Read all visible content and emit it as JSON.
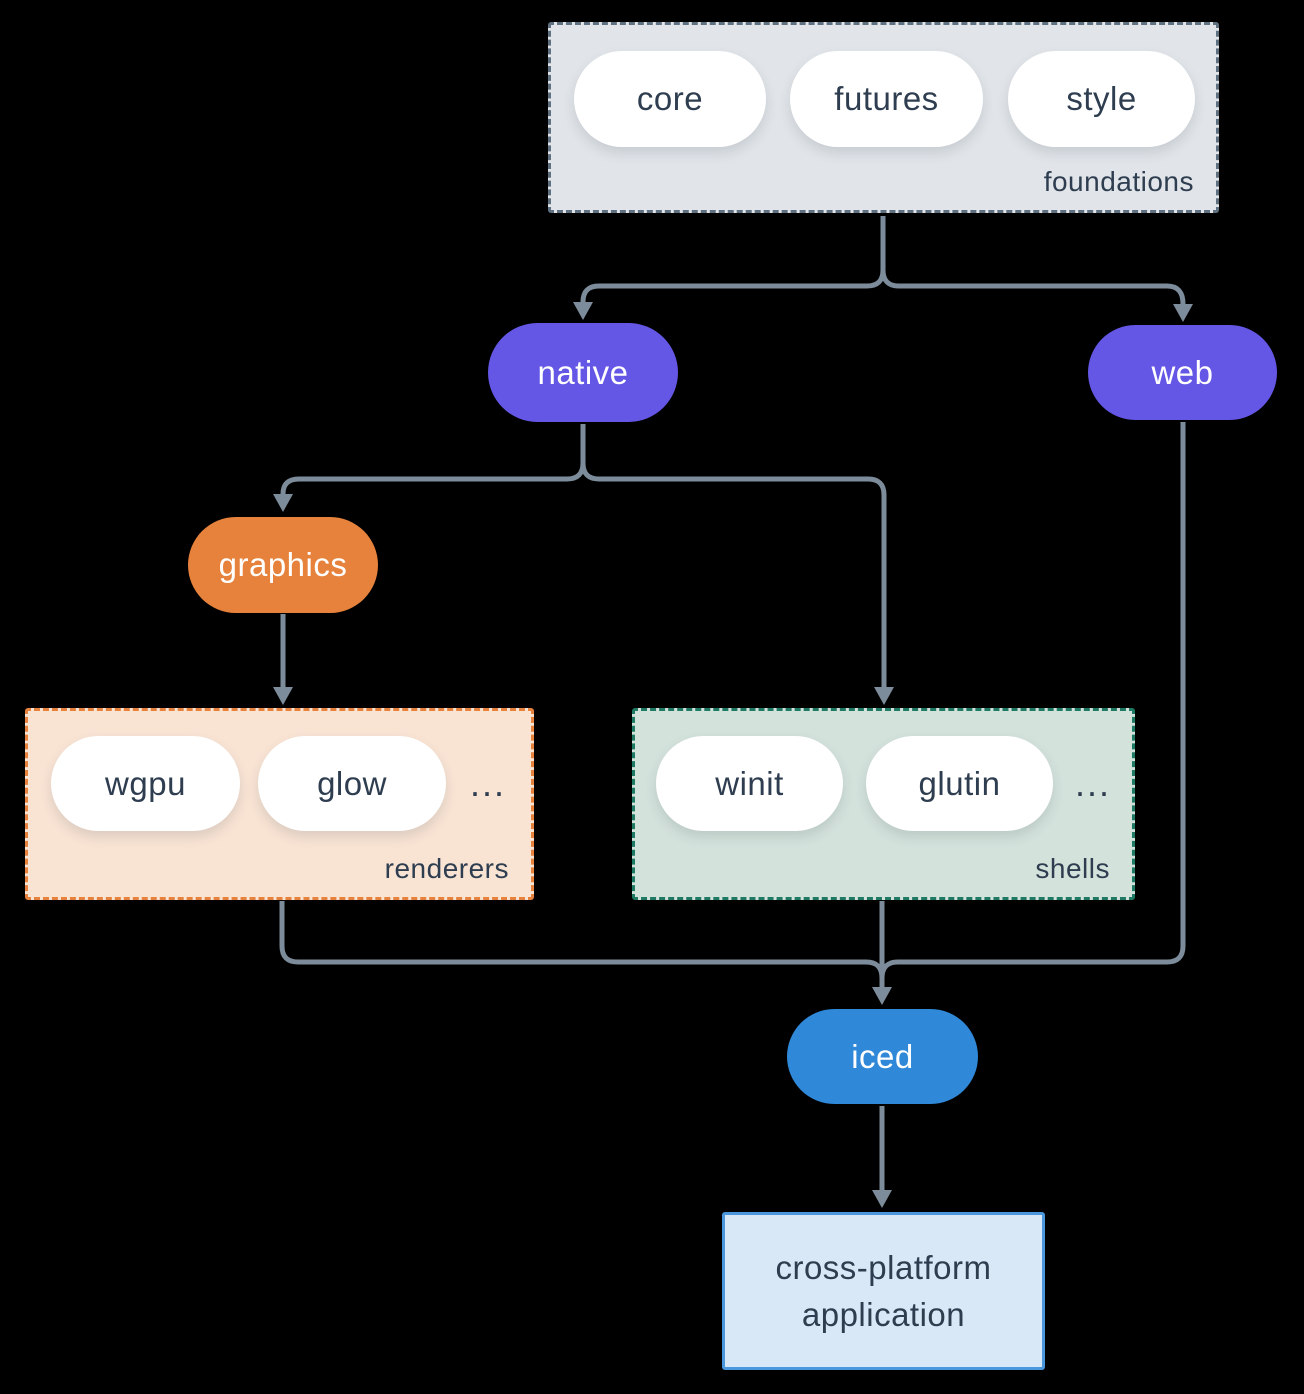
{
  "colors": {
    "background": "#000000",
    "line": "#7d8c9b",
    "text_dark": "#2e3d4f",
    "pill_white_bg": "#ffffff",
    "purple": "#6557e6",
    "orange": "#e6823c",
    "peach_bg": "#f9e4d4",
    "teal_border": "#1f7a64",
    "sage_bg": "#d4e2dc",
    "gray_bg": "#e1e5e9",
    "gray_border": "#5f7080",
    "blue": "#2f88d8",
    "app_bg": "#d9e8f7",
    "app_border": "#4a97de"
  },
  "diagram": {
    "foundations": {
      "label": "foundations",
      "pills": [
        "core",
        "futures",
        "style"
      ]
    },
    "native": {
      "label": "native"
    },
    "web": {
      "label": "web"
    },
    "graphics": {
      "label": "graphics"
    },
    "renderers": {
      "label": "renderers",
      "pills": [
        "wgpu",
        "glow"
      ],
      "more": "..."
    },
    "shells": {
      "label": "shells",
      "pills": [
        "winit",
        "glutin"
      ],
      "more": "..."
    },
    "iced": {
      "label": "iced"
    },
    "application": {
      "label": "cross-platform application"
    }
  }
}
